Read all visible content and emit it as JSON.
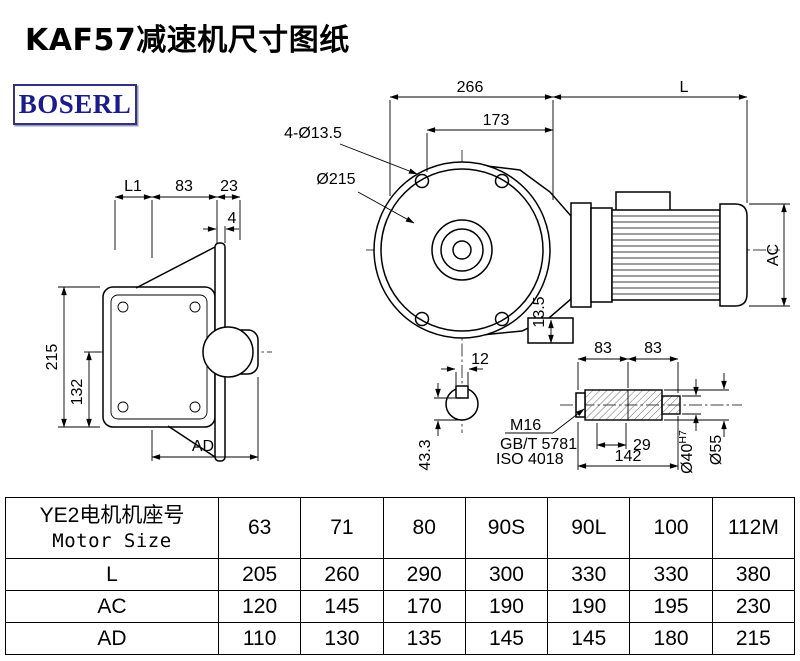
{
  "page": {
    "title": "KAF57减速机尺寸图纸",
    "logo": "BOSERL"
  },
  "drawing": {
    "top": {
      "d266": "266",
      "dL": "L",
      "d173": "173",
      "bolt_holes": "4-Ø13.5",
      "flange_dia": "Ø215"
    },
    "left_view": {
      "dL1": "L1",
      "d83": "83",
      "d23": "23",
      "d4": "4",
      "d215": "215",
      "d132": "132",
      "dAD": "AD"
    },
    "motor": {
      "dAC": "AC"
    },
    "foot": {
      "d13_5": "13.5"
    },
    "section": {
      "d12": "12",
      "d43_3": "43.3"
    },
    "shaft": {
      "d83a": "83",
      "d83b": "83",
      "m16": "M16",
      "gbt": "GB/T 5781",
      "iso": "ISO 4018",
      "d29": "29",
      "d142": "142",
      "d40": "Ø40",
      "h7": "H7",
      "d55": "Ø55"
    }
  },
  "table": {
    "header_cn": "YE2电机机座号",
    "header_en": "Motor Size",
    "sizes": [
      "63",
      "71",
      "80",
      "90S",
      "90L",
      "100",
      "112M"
    ],
    "rows": [
      {
        "label": "L",
        "values": [
          "205",
          "260",
          "290",
          "300",
          "330",
          "330",
          "380"
        ]
      },
      {
        "label": "AC",
        "values": [
          "120",
          "145",
          "170",
          "190",
          "190",
          "195",
          "230"
        ]
      },
      {
        "label": "AD",
        "values": [
          "110",
          "130",
          "135",
          "145",
          "145",
          "180",
          "215"
        ]
      }
    ]
  }
}
